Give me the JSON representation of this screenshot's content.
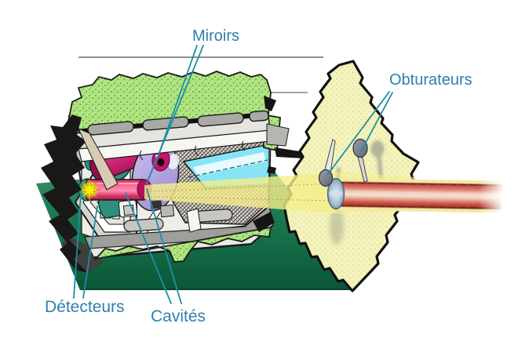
{
  "figure": {
    "type": "technical-cutaway-diagram",
    "language": "fr",
    "subject": "Optical instrument cutaway with laser beam, mirror wheel, cavities, detectors and shutter plate",
    "labels": {
      "miroirs": "Miroirs",
      "obturateurs": "Obturateurs",
      "detecteurs": "Détecteurs",
      "cavites": "Cavités"
    },
    "palette": {
      "label_text": "#2e7fae",
      "leader_line": "#1e8da6",
      "beam_red": "#cf5a50",
      "beam_glow_yellow": "#f5ee8b",
      "shutter_plate_yellow": "#f3f3bb",
      "ground_green_dark": "#0a5638",
      "torn_band_green": "#b2e584",
      "mirror_magenta": "#c4156a",
      "wheel_purple": "#b4a4e4",
      "cavity_pink": "#fb6490",
      "detector_teal": "#2f8f7d",
      "glass_cyan": "#86e4f6"
    }
  }
}
